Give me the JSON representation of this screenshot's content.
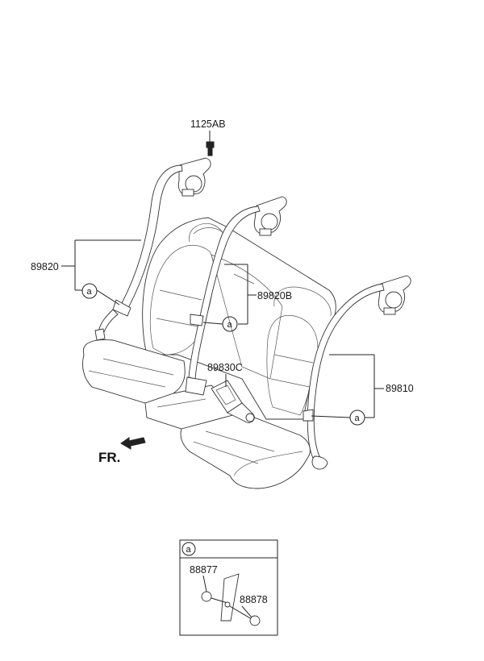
{
  "labels": {
    "bolt": "1125AB",
    "left_belt": "89820",
    "center_belt": "89820B",
    "buckle": "89830C",
    "right_belt": "89810",
    "direction": "FR.",
    "ref_marker": "a",
    "detail_cap": "88877",
    "detail_cover": "88878"
  }
}
